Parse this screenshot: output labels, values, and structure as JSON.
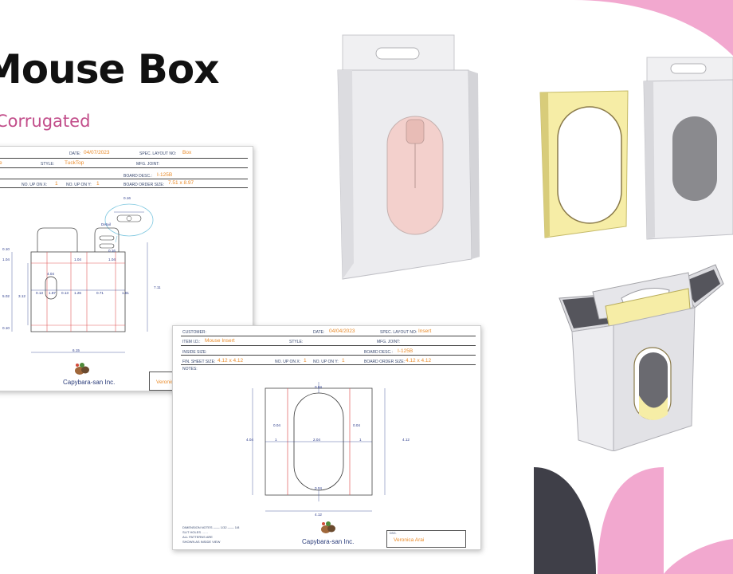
{
  "title": "Mouse Box",
  "subtitle": "Corrugated",
  "colors": {
    "accent_pink": "#f2a8cf",
    "dark_leaf": "#3f3f48",
    "subtitle": "#c24d8a",
    "value_orange": "#e98b2a",
    "cut_line": "#e25a5a",
    "dim_blue": "#2a3a8a"
  },
  "box_sheet": {
    "date_label": "DATE:",
    "date": "04/07/2023",
    "spec_label": "SPEC. LAYOUT NO:",
    "spec": "Box",
    "partial_value": "e",
    "style_label": "STYLE:",
    "style": "TuckTop",
    "mfg_label": "MFG. JOINT:",
    "board_desc_label": "BOARD DESC.:",
    "board_desc": "I-125B",
    "up_x_label": "NO. UP ON X:",
    "up_x": "1",
    "up_y_label": "NO. UP ON Y:",
    "up_y": "1",
    "order_size_label": "BOARD ORDER SIZE:",
    "order_size": "7.51 x 8.97",
    "detail_label": "Detail",
    "dims": {
      "d1": "0.10",
      "d2": "1.04",
      "d3": "1.04",
      "d4": "5.02",
      "d5": "3.12",
      "d6": "0.10",
      "d7": "0.13",
      "d8": "1.87",
      "d9": "0.13",
      "d10": "1.26",
      "d11": "4.04",
      "d12": "0.71",
      "d13": "1.81",
      "d14": "7.11",
      "d15": "6.15",
      "d16": "1.04",
      "d17": "0.16",
      "d18": "0.16"
    },
    "company": "Capybara-san Inc.",
    "designer_partial": "Veronica"
  },
  "insert_sheet": {
    "customer_label": "CUSTOMER:",
    "date_label": "DATE:",
    "date": "04/04/2023",
    "spec_label": "SPEC. LAYOUT NO:",
    "spec": "Insert",
    "item_label": "ITEM I.D.:",
    "item": "Mouse Insert",
    "style_label": "STYLE:",
    "mfg_label": "MFG. JOINT:",
    "inside_label": "INSIDE SIZE:",
    "board_desc_label": "BOARD DESC.:",
    "board_desc": "I-125B",
    "blank_label": "FIN. SHEET SIZE:",
    "blank": "4.12 x 4.12",
    "up_x_label": "NO. UP ON X:",
    "up_x": "1",
    "up_y_label": "NO. UP ON Y:",
    "up_y": "1",
    "order_size_label": "BOARD ORDER SIZE:",
    "order_size": "4.12 x 4.12",
    "notes_label": "NOTES:",
    "dims": {
      "top": "0.04",
      "left_in": "0.04",
      "right_in": "0.04",
      "left": "1",
      "center": "2.04",
      "right": "1",
      "height_left": "4.04",
      "height_right": "4.12",
      "bottom": "0.04",
      "width": "4.12"
    },
    "legend_1": "DIMENSION NOTES —— 1/32 —— 1/8",
    "legend_2": "SLIT HOLES ……",
    "legend_3": "ALL PATTERNS ARE",
    "legend_4": "SHOWN AS INSIDE VIEW",
    "company": "Capybara-san Inc.",
    "designer": "Veronica Arai",
    "designer_label": "DSG."
  }
}
